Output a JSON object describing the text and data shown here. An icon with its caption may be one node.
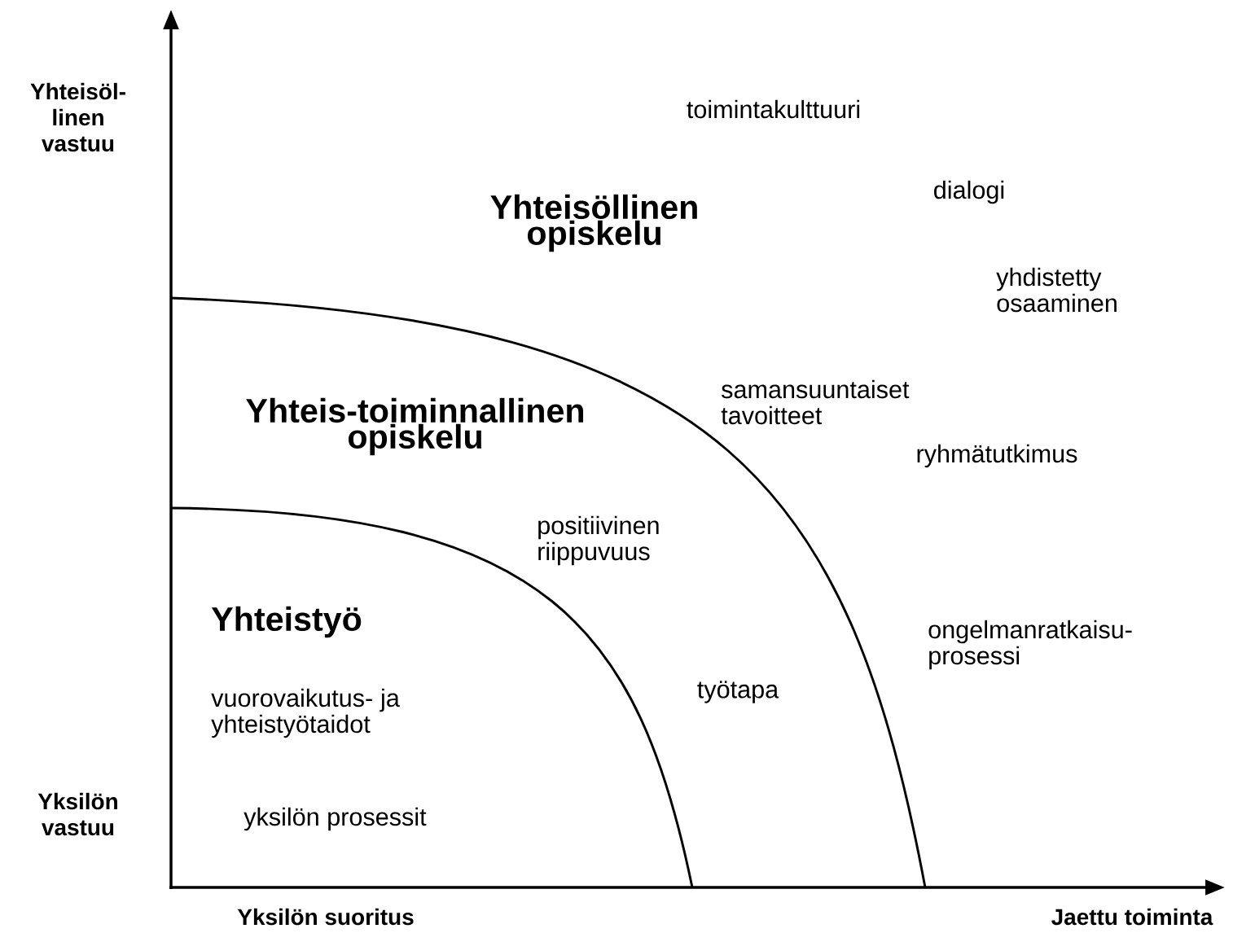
{
  "diagram": {
    "labels": [
      "Yhteisöl-linen vastuu",
      "toimintakulttuuri",
      "Yhteisöllinen opiskelu",
      "dialogi",
      "yhdistetty osaaminen",
      "Yhteis-toiminnallinen opiskelu",
      "samansuuntaiset tavoitteet",
      "ryhmätutkimus",
      "positiivinen riippuvuus",
      "Yhteistyö",
      "ongelmanratkaisu-prosessi",
      "vuorovaikutus- ja yhteistyötaidot",
      "työtapa",
      "Yksilön vastuu",
      "yksilön prosessit",
      "Yksilön suoritus",
      "Jaettu toiminta"
    ]
  }
}
